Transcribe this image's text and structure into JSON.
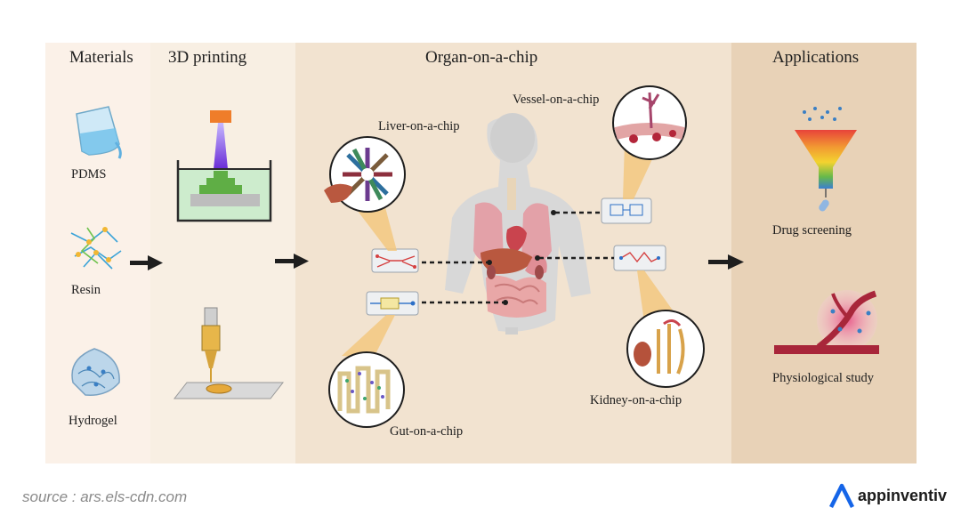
{
  "headers": {
    "materials": "Materials",
    "printing": "3D printing",
    "organ": "Organ-on-a-chip",
    "applications": "Applications"
  },
  "materials": {
    "pdms": "PDMS",
    "resin": "Resin",
    "hydrogel": "Hydrogel"
  },
  "organs": {
    "liver": "Liver-on-a-chip",
    "vessel": "Vessel-on-a-chip",
    "gut": "Gut-on-a-chip",
    "kidney": "Kidney-on-a-chip"
  },
  "applications": {
    "drug": "Drug screening",
    "physio": "Physiological study"
  },
  "source": "source : ars.els-cdn.com",
  "logo": "appinventiv"
}
